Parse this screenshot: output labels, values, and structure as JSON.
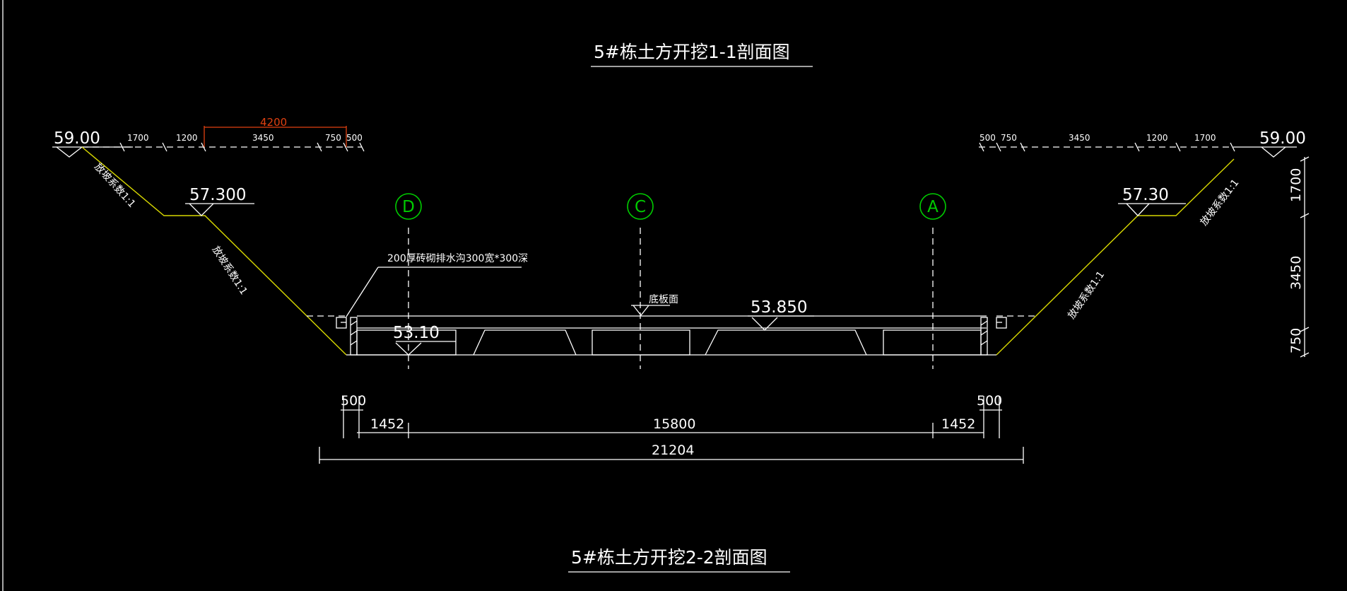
{
  "titles": {
    "section_1_1": "5#栋土方开挖1-1剖面图",
    "section_2_2": "5#栋土方开挖2-2剖面图"
  },
  "elevations": {
    "top_left": "59.00",
    "top_right": "59.00",
    "berm_left": "57.300",
    "berm_right": "57.30",
    "pit_bottom_left": "53.10",
    "pit_bottom_mid": "53.850"
  },
  "slope_labels": {
    "left_upper": "放坡系数1:1",
    "left_lower": "放坡系数1:1",
    "right_upper": "放坡系数1:1",
    "right_lower": "放坡系数1:1"
  },
  "notes": {
    "drain_ditch": "200厚砖砌排水沟300宽*300深",
    "bottom_face": "底板面"
  },
  "axes": [
    "D",
    "C",
    "A"
  ],
  "top_dims_left": [
    "1700",
    "1200",
    "3450",
    "750",
    "500"
  ],
  "top_dims_right": [
    "500",
    "750",
    "3450",
    "1200",
    "1700"
  ],
  "red_dim": "4200",
  "right_vertical_dims": [
    "1700",
    "3450",
    "750"
  ],
  "bottom_dims": {
    "edge_left": "500",
    "edge_right": "500",
    "seg_left": "1452",
    "seg_mid": "15800",
    "seg_right": "1452",
    "total": "21204"
  },
  "colors": {
    "background": "#000000",
    "lines": "#ffffff",
    "slopes": "#d8d800",
    "axis_bubbles": "#00cc00",
    "highlight_dim": "#e04010"
  }
}
